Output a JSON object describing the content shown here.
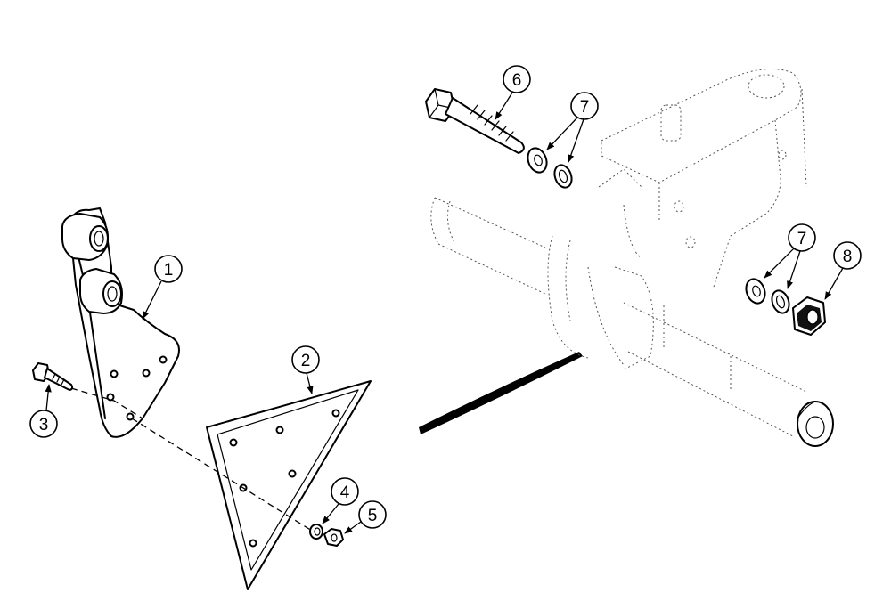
{
  "callouts": {
    "c1": "1",
    "c2": "2",
    "c3": "3",
    "c4": "4",
    "c5": "5",
    "c6": "6",
    "c7a": "7",
    "c7b": "7",
    "c8": "8"
  }
}
